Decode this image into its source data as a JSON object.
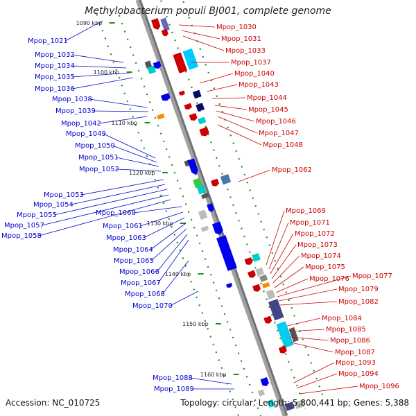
{
  "title": "Methylobacterium populi BJ001, complete genome",
  "footer": {
    "accession": "Accession: NC_010725",
    "summary": "Topology: circular; Length: 5,800,441 bp; Genes: 5,388"
  },
  "colors": {
    "left_label": "#0000cc",
    "right_label": "#cc0000",
    "backbone": "#a0a0a0",
    "tick": "#228b22"
  },
  "ticks": [
    "1090 kbp",
    "1100 kbp",
    "1110 kbp",
    "1120 kbp",
    "1130 kbp",
    "1140 kbp",
    "1150 kbp",
    "1160 kbp"
  ],
  "left_labels": [
    "Mpop_1021",
    "Mpop_1032",
    "Mpop_1034",
    "Mpop_1035",
    "Mpop_1036",
    "Mpop_1038",
    "Mpop_1039",
    "Mpop_1042",
    "Mpop_1049",
    "Mpop_1050",
    "Mpop_1051",
    "Mpop_1052",
    "Mpop_1053",
    "Mpop_1054",
    "Mpop_1055",
    "Mpop_1057",
    "Mpop_1058",
    "Mpop_1060",
    "Mpop_1061",
    "Mpop_1063",
    "Mpop_1064",
    "Mpop_1065",
    "Mpop_1066",
    "Mpop_1067",
    "Mpop_1068",
    "Mpop_1070",
    "Mpop_1088",
    "Mpop_1089"
  ],
  "right_labels": [
    "Mpop_1030",
    "Mpop_1031",
    "Mpop_1033",
    "Mpop_1037",
    "Mpop_1040",
    "Mpop_1043",
    "Mpop_1044",
    "Mpop_1045",
    "Mpop_1046",
    "Mpop_1047",
    "Mpop_1048",
    "Mpop_1062",
    "Mpop_1069",
    "Mpop_1071",
    "Mpop_1072",
    "Mpop_1073",
    "Mpop_1074",
    "Mpop_1075",
    "Mpop_1076",
    "Mpop_1077",
    "Mpop_1079",
    "Mpop_1082",
    "Mpop_1084",
    "Mpop_1085",
    "Mpop_1086",
    "Mpop_1087",
    "Mpop_1093",
    "Mpop_1094",
    "Mpop_1096"
  ]
}
